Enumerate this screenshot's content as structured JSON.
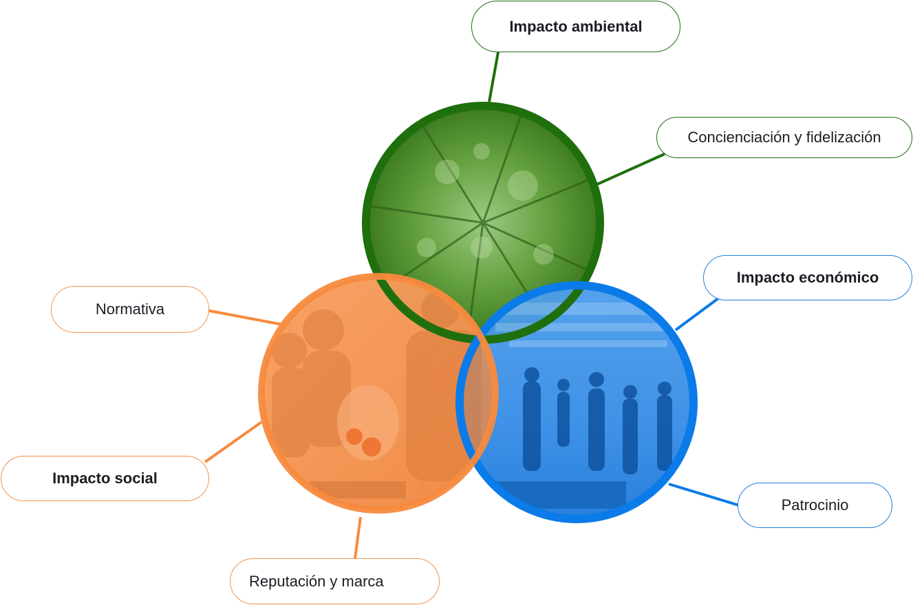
{
  "colors": {
    "environmental": "#1f6f0d",
    "economic": "#0a7be8",
    "social": "#f78a3e"
  },
  "circles": {
    "environmental": {
      "photo": "forest-canopy-photo"
    },
    "economic": {
      "photo": "event-people-photo"
    },
    "social": {
      "photo": "food-bank-volunteers-photo"
    }
  },
  "labels": {
    "impacto_ambiental": "Impacto ambiental",
    "concienciacion": "Concienciación y fidelización",
    "impacto_economico": "Impacto económico",
    "patrocinio": "Patrocinio",
    "normativa": "Normativa",
    "impacto_social": "Impacto social",
    "reputacion": "Reputación y marca"
  }
}
